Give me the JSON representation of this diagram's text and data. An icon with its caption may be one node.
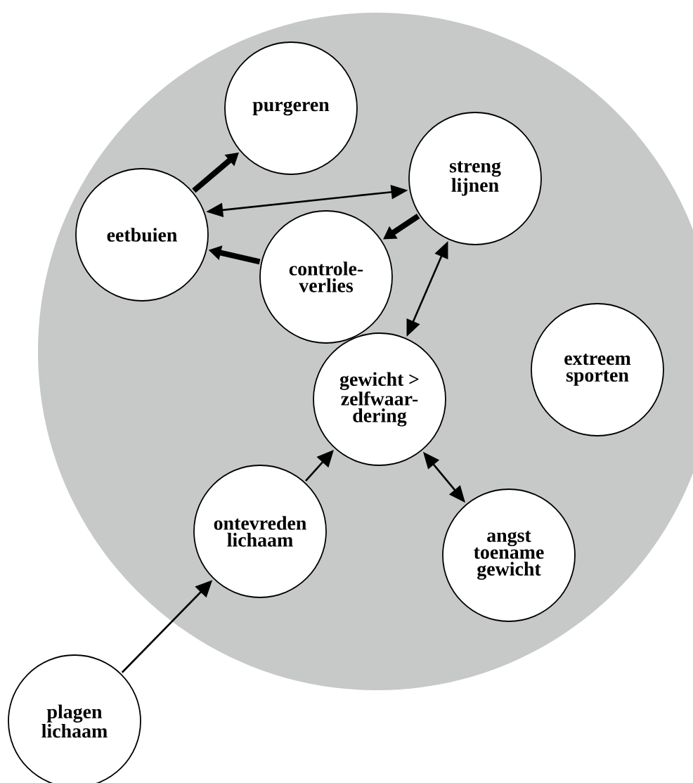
{
  "diagram": {
    "nodes": [
      {
        "text": [],
        "shape": "circle"
      },
      {
        "text": [
          "purgeren"
        ],
        "in": 0
      },
      {
        "text": [
          "eetbuien"
        ],
        "in": 0
      },
      {
        "text": [
          "streng lijnen"
        ],
        "in": 0
      },
      {
        "text": [
          "controle- verlies"
        ],
        "in": 0
      },
      {
        "text": [
          "gewicht > zelfwaar- dering"
        ],
        "in": 0
      },
      {
        "text": [
          "extreem sporten"
        ],
        "in": 0
      },
      {
        "text": [
          "ontevreden lichaam"
        ],
        "in": 0
      },
      {
        "text": [
          "angst toename gewicht"
        ],
        "in": 0
      },
      {
        "text": [
          "plagen lichaam"
        ]
      }
    ],
    "edges": [
      {
        "from": 2,
        "to": 1,
        "arrow": "to",
        "style": "thick"
      },
      {
        "from": 3,
        "to": 2,
        "arrow": "both"
      },
      {
        "from": 3,
        "to": 4,
        "arrow": "to",
        "style": "thick"
      },
      {
        "from": 4,
        "to": 2,
        "arrow": "to",
        "style": "thick"
      },
      {
        "from": 3,
        "to": 5,
        "arrow": "both"
      },
      {
        "from": 7,
        "to": 5,
        "arrow": "to"
      },
      {
        "from": 5,
        "to": 8,
        "arrow": "both"
      },
      {
        "from": 9,
        "to": 7,
        "arrow": "to"
      }
    ]
  }
}
